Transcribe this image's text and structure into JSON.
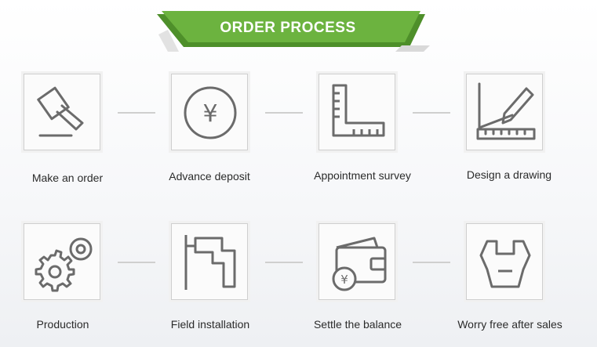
{
  "header": {
    "title": "ORDER PROCESS"
  },
  "colors": {
    "accent": "#6cb33f",
    "accent_dark": "#4e8f2a",
    "icon_stroke": "#6b6b6b",
    "border": "#cfcfcf"
  },
  "steps": [
    {
      "label": "Make an order",
      "icon": "gavel-icon"
    },
    {
      "label": "Advance deposit",
      "icon": "yen-coin-icon"
    },
    {
      "label": "Appointment survey",
      "icon": "ruler-square-icon"
    },
    {
      "label": "Design a drawing",
      "icon": "pencil-ruler-icon"
    },
    {
      "label": "Production",
      "icon": "gears-icon"
    },
    {
      "label": "Field installation",
      "icon": "stairs-icon"
    },
    {
      "label": "Settle the balance",
      "icon": "wallet-yen-icon"
    },
    {
      "label": "Worry free after sales",
      "icon": "wrench-icon"
    }
  ],
  "icon_glyphs": {
    "yen": "¥"
  }
}
